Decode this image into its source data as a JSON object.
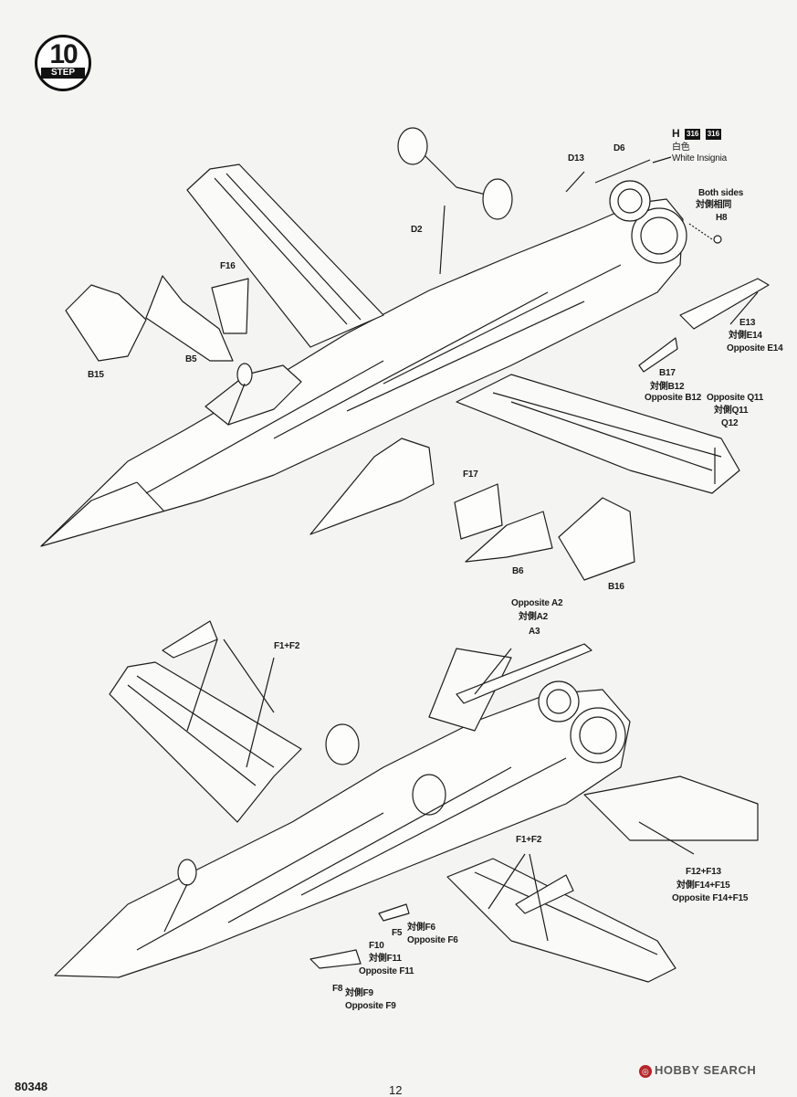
{
  "step": {
    "number": "10",
    "word": "STEP"
  },
  "paint_note": {
    "letter": "H",
    "codes": [
      "316",
      "316"
    ],
    "cn": "白色",
    "en": "White Insignia"
  },
  "top_view": {
    "labels": {
      "d13": "D13",
      "d6": "D6",
      "both_en": "Both sides",
      "both_cn": "対側相同",
      "h8": "H8",
      "d2": "D2",
      "f16": "F16",
      "b15": "B15",
      "b5": "B5",
      "e13": "E13",
      "e14_cn": "対側E14",
      "e14_en": "Opposite E14",
      "b17": "B17",
      "b12_cn": "対側B12",
      "b12_en": "Opposite B12",
      "q11_en": "Opposite Q11",
      "q11_cn": "対側Q11",
      "q12": "Q12",
      "f17": "F17",
      "b6": "B6",
      "b16": "B16"
    }
  },
  "bottom_view": {
    "labels": {
      "a2_en": "Opposite A2",
      "a2_cn": "対側A2",
      "a3": "A3",
      "f1f2_left": "F1+F2",
      "f1f2_right": "F1+F2",
      "f12f13": "F12+F13",
      "f14f15_cn": "対側F14+F15",
      "f14f15_en": "Opposite F14+F15",
      "f6_cn": "対側F6",
      "f6_en": "Opposite F6",
      "f5": "F5",
      "f10": "F10",
      "f11_cn": "対側F11",
      "f11_en": "Opposite F11",
      "f8": "F8",
      "f9_cn": "対側F9",
      "f9_en": "Opposite F9"
    }
  },
  "footer": {
    "code": "80348",
    "page": "12"
  },
  "watermark": {
    "text": "HOBBY SEARCH"
  }
}
